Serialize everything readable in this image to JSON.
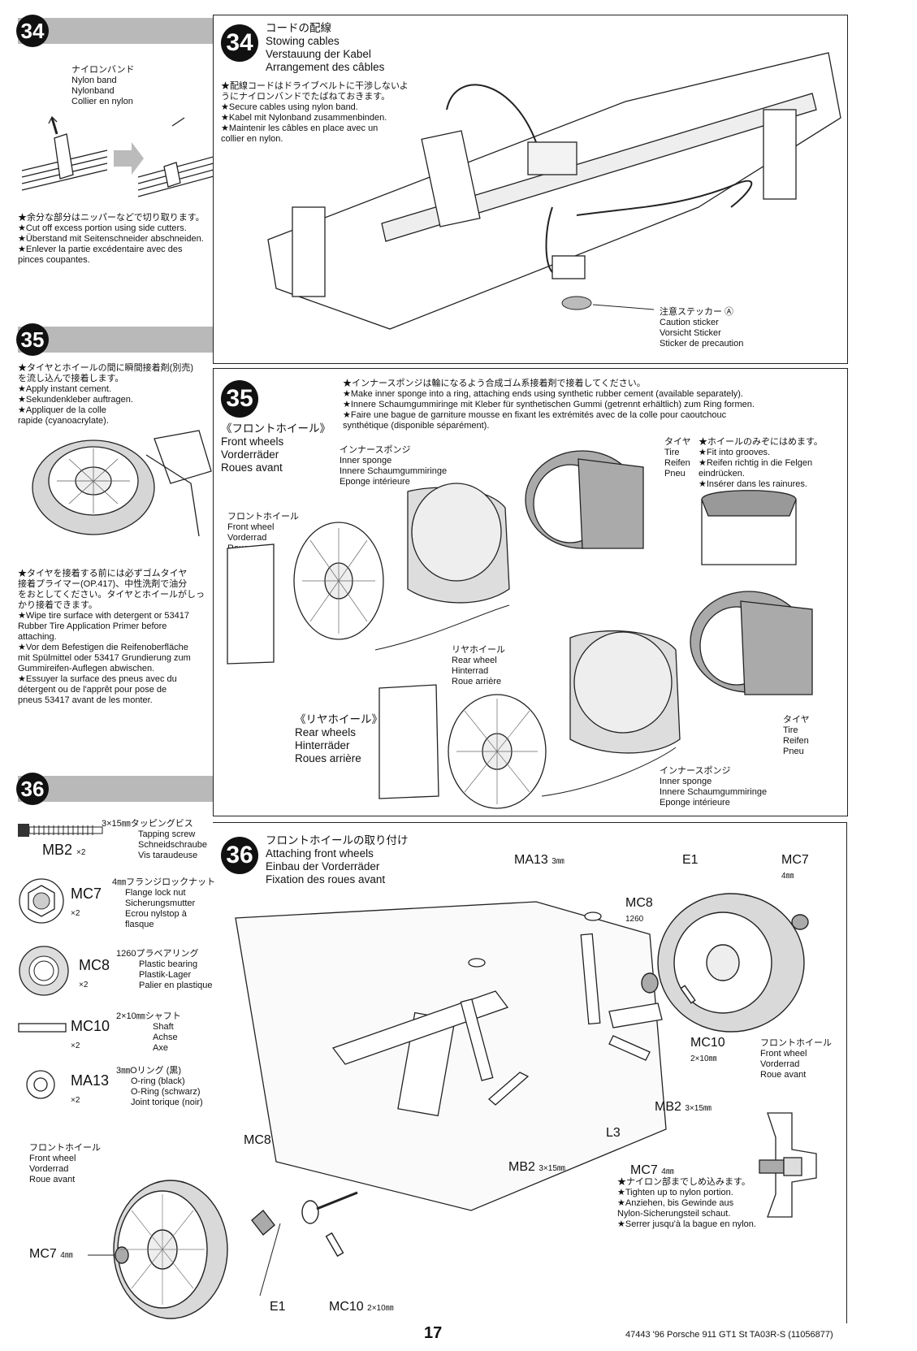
{
  "steps": {
    "s34": {
      "number": "34",
      "side_labels": [
        "ナイロンバンド",
        "Nylon band",
        "Nylonband",
        "Collier en nylon"
      ],
      "side_notes": [
        "★余分な部分はニッパーなどで切り取ります。",
        "★Cut off excess portion using side cutters.",
        "★Überstand mit Seitenschneider abschneiden.",
        "★Enlever la partie excédentaire avec des",
        "pinces coupantes."
      ],
      "titles": [
        "コードの配線",
        "Stowing cables",
        "Verstauung der Kabel",
        "Arrangement des câbles"
      ],
      "notes": [
        "★配線コードはドライブベルトに干渉しないよ",
        "うにナイロンバンドでたばねておきます。",
        "★Secure cables using nylon band.",
        "★Kabel mit Nylonband zusammenbinden.",
        "★Maintenir les câbles en place avec un",
        "collier en nylon."
      ],
      "sticker": [
        "注意ステッカー Ⓐ",
        "Caution sticker",
        "Vorsicht Sticker",
        "Sticker de precaution"
      ]
    },
    "s35": {
      "number": "35",
      "side_notes_a": [
        "★タイヤとホイールの間に瞬間接着剤(別売)",
        "を流し込んで接着します。",
        "★Apply instant cement.",
        "★Sekundenkleber auftragen.",
        "★Appliquer de la colle",
        "rapide (cyanoacrylate)."
      ],
      "side_notes_b": [
        "★タイヤを接着する前には必ずゴムタイヤ",
        "接着プライマー(OP.417)、中性洗剤で油分",
        "をおとしてください。タイヤとホイールがしっ",
        "かり接着できます。",
        "★Wipe tire surface with detergent or 53417",
        "Rubber Tire Application Primer before",
        "attaching.",
        "★Vor dem Befestigen die Reifenoberfläche",
        "mit Spülmittel oder 53417 Grundierung zum",
        "Gummireifen-Auflegen abwischen.",
        "★Essuyer la surface des pneus avec du",
        "détergent ou de l'apprêt pour pose de",
        "pneus 53417 avant de les monter."
      ],
      "top_notes": [
        "★インナースポンジは輪になるよう合成ゴム系接着剤で接着してください。",
        "★Make inner sponge into a ring, attaching ends using synthetic rubber cement (available separately).",
        "★Innere Schaumgummiringe mit Kleber für synthetischen Gummi (getrennt erhältlich) zum Ring formen.",
        "★Faire une bague de garniture mousse en fixant les extrémités avec de la colle pour caoutchouc",
        "synthétique (disponible séparément)."
      ],
      "front_wheels": [
        "《フロントホイール》",
        "Front wheels",
        "Vorderräder",
        "Roues avant"
      ],
      "inner_sponge_a": [
        "インナースポンジ",
        "Inner sponge",
        "Innere Schaumgummiringe",
        "Eponge intérieure"
      ],
      "front_wheel": [
        "フロントホイール",
        "Front wheel",
        "Vorderrad",
        "Roue avant"
      ],
      "tire_a": [
        "タイヤ",
        "Tire",
        "Reifen",
        "Pneu"
      ],
      "tire_notes": [
        "★ホイールのみぞにはめます。",
        "★Fit into grooves.",
        "★Reifen richtig in die Felgen",
        "eindrücken.",
        "★Insérer dans les rainures."
      ],
      "rear_wheel": [
        "リヤホイール",
        "Rear wheel",
        "Hinterrad",
        "Roue arrière"
      ],
      "rear_wheels": [
        "《リヤホイール》",
        "Rear wheels",
        "Hinterräder",
        "Roues arrière"
      ],
      "tire_b": [
        "タイヤ",
        "Tire",
        "Reifen",
        "Pneu"
      ],
      "inner_sponge_b": [
        "インナースポンジ",
        "Inner sponge",
        "Innere Schaumgummiringe",
        "Eponge intérieure"
      ]
    },
    "s36": {
      "number": "36",
      "titles": [
        "フロントホイールの取り付け",
        "Attaching front wheels",
        "Einbau der Vorderräder",
        "Fixation des roues avant"
      ],
      "parts": [
        {
          "code": "MB2",
          "qty": "×2",
          "desc": [
            "3×15㎜タッピングビス",
            "Tapping screw",
            "Schneidschraube",
            "Vis taraudeuse"
          ]
        },
        {
          "code": "MC7",
          "qty": "×2",
          "desc": [
            "4㎜フランジロックナット",
            "Flange lock nut",
            "Sicherungsmutter",
            "Ecrou nylstop à",
            "flasque"
          ]
        },
        {
          "code": "MC8",
          "qty": "×2",
          "desc": [
            "1260プラベアリング",
            "Plastic bearing",
            "Plastik-Lager",
            "Palier en plastique"
          ]
        },
        {
          "code": "MC10",
          "qty": "×2",
          "desc": [
            "2×10㎜シャフト",
            "Shaft",
            "Achse",
            "Axe"
          ]
        },
        {
          "code": "MA13",
          "qty": "×2",
          "desc": [
            "3㎜Oリング (黒)",
            "O-ring (black)",
            "O-Ring (schwarz)",
            "Joint torique (noir)"
          ]
        }
      ],
      "left_wheel_label": [
        "フロントホイール",
        "Front wheel",
        "Vorderrad",
        "Roue avant"
      ],
      "left_mc8": "MC8",
      "left_mc8_sub": "1260",
      "left_mc7": "MC7",
      "left_mc7_sub": "4㎜",
      "left_e1": "E1",
      "left_mc10": "MC10",
      "left_mc10_sub": "2×10㎜",
      "ma13": "MA13",
      "ma13_sub": "3㎜",
      "e1": "E1",
      "mc7": "MC7",
      "mc7_sub": "4㎜",
      "mc8": "MC8",
      "mc8_sub": "1260",
      "mc10": "MC10",
      "mc10_sub": "2×10㎜",
      "front_wheel_right": [
        "フロントホイール",
        "Front wheel",
        "Vorderrad",
        "Roue avant"
      ],
      "mb2_right": "MB2",
      "mb2_right_sub": "3×15㎜",
      "l3": "L3",
      "mb2_bottom": "MB2",
      "mb2_bottom_sub": "3×15㎜",
      "mc7_bottom": "MC7",
      "mc7_bottom_sub": "4㎜",
      "mc7_notes": [
        "★ナイロン部までしめ込みます。",
        "★Tighten up to nylon portion.",
        "★Anziehen, bis Gewinde aus",
        "Nylon-Sicherungsteil schaut.",
        "★Serrer jusqu'à la bague en nylon."
      ]
    }
  },
  "footer": {
    "page_number": "17",
    "catalog": "47443 '96 Porsche 911 GT1 St TA03R-S (11056877)"
  }
}
